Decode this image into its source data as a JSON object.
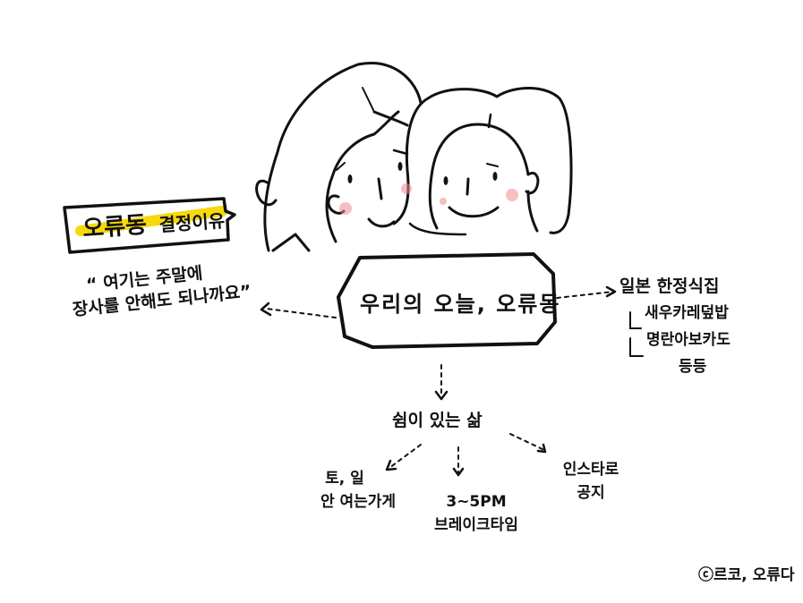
{
  "title_tag": {
    "brand": "오류동",
    "label": "결정이유",
    "highlight_color": "#f5d90a"
  },
  "quote": {
    "line1": "“ 여기는 주말에",
    "line2": "장사를 안해도 되나까요”"
  },
  "center": {
    "label": "우리의 오늘, 오류동"
  },
  "right_branch": {
    "title": "일본 한정식집",
    "items": [
      {
        "arrow": "↳",
        "text": "새우카레덮밥"
      },
      {
        "arrow": "↳",
        "text": "명란아보카도"
      }
    ],
    "etc": "등등"
  },
  "bottom_branch": {
    "title": "쉼이 있는 삶",
    "children": [
      {
        "line1": "토, 일",
        "line2": "안 여는가게"
      },
      {
        "line1": "3~5PM",
        "line2": "브레이크타임"
      },
      {
        "line1": "인스타로",
        "line2": "공지"
      }
    ]
  },
  "copyright": "ⓒ르코, 오류다",
  "colors": {
    "ink": "#111111",
    "blush": "#f08a8a",
    "highlight": "#f5d90a"
  }
}
